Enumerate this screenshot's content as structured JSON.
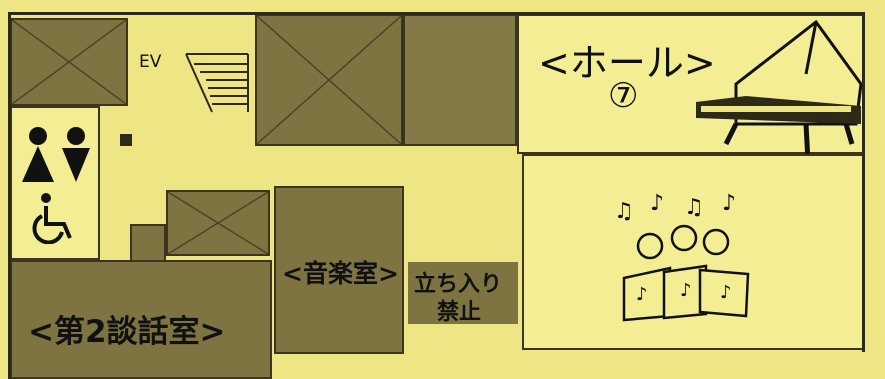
{
  "rooms": {
    "hall": {
      "label": "<ホール>",
      "number": "⑦"
    },
    "music_room": {
      "label": "<音楽室>"
    },
    "meeting_room_2": {
      "label": "<第2談話室>"
    },
    "no_entry": {
      "line1": "立ち入り",
      "line2": "禁止"
    },
    "elevator": {
      "label": "EV"
    }
  },
  "icons": {
    "restroom": "restroom-icon",
    "wheelchair": "wheelchair-icon",
    "piano": "grand-piano-icon",
    "choir": "choir-singers-icon"
  },
  "colors": {
    "paper": "#eee584",
    "dark_room": "#7d7442",
    "light_room": "#f3ee93",
    "wall": "#2e2a18"
  }
}
